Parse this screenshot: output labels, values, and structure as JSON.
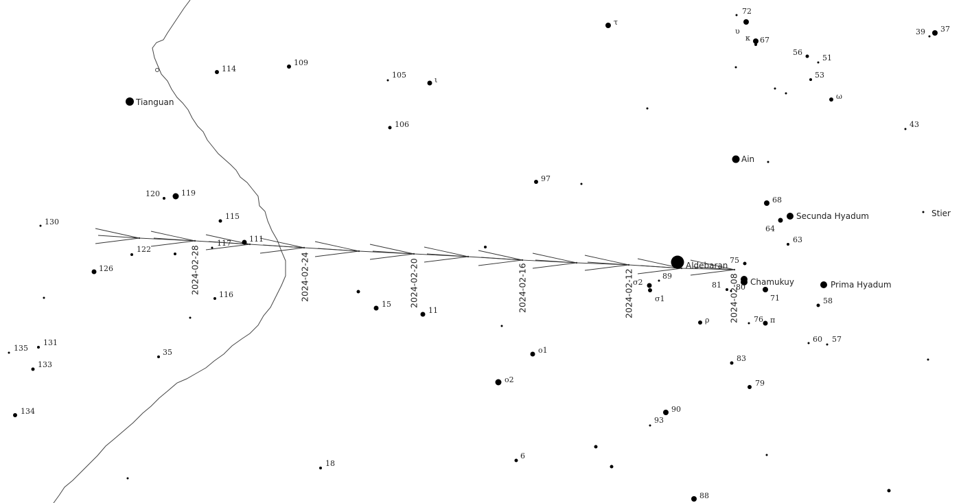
{
  "map": {
    "named_stars": [
      {
        "name": "Tianguan"
      },
      {
        "name": "Ain"
      },
      {
        "name": "Secunda Hyadum"
      },
      {
        "name": "Stier"
      },
      {
        "name": "Aldebaran"
      },
      {
        "name": "Chamukuy"
      },
      {
        "name": "Prima Hyadum"
      }
    ],
    "dates": [
      "2024-02-28",
      "2024-02-24",
      "2024-02-20",
      "2024-02-16",
      "2024-02-12",
      "2024-02-08"
    ],
    "star_labels": [
      "72",
      "υ",
      "κ",
      "67",
      "τ",
      "39",
      "37",
      "56",
      "51",
      "53",
      "ω",
      "114",
      "109",
      "105",
      "ι",
      "106",
      "43",
      "97",
      "68",
      "64",
      "63",
      "120",
      "119",
      "115",
      "130",
      "117",
      "111",
      "122",
      "126",
      "75",
      "σ2",
      "89",
      "81",
      "80",
      "71",
      "58",
      "σ1",
      "116",
      "15",
      "11",
      "ρ",
      "76",
      "π",
      "60",
      "57",
      "131",
      "135",
      "133",
      "35",
      "ο1",
      "83",
      "ο2",
      "79",
      "134",
      "90",
      "93",
      "18",
      "6",
      "88"
    ]
  }
}
